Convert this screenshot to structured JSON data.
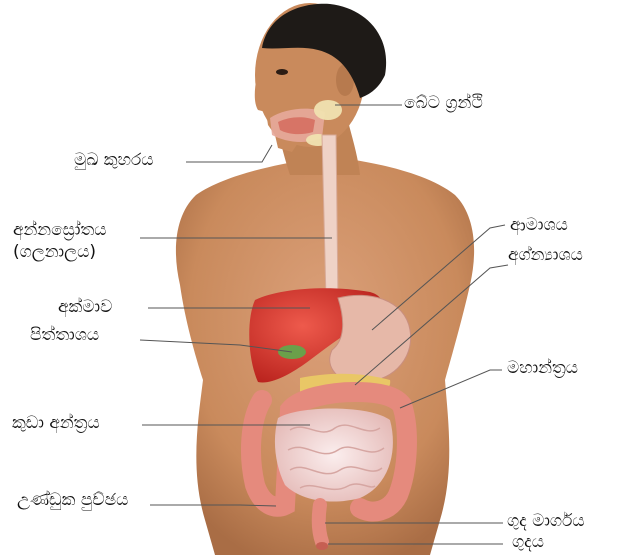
{
  "labels": {
    "salivary_gland": "බේට ග්‍රන්ථි",
    "mouth_cavity": "මුඛ කුහරය",
    "esophagus_line1": "අන්නස්‍රෝතය",
    "esophagus_line2": "(ගලනාලය)",
    "stomach": "ආමාශය",
    "pancreas": "අග්න්‍යාශය",
    "liver": "අක්මාව",
    "gallbladder": "පිත්තාශය",
    "large_intestine": "මහාන්ත්‍රය",
    "small_intestine": "කුඩා අන්ත්‍රය",
    "appendix": "උණ්ඩුක පුච්ඡය",
    "rectum": "ගුද මාර්ගය",
    "anus": "ගුදය"
  },
  "colors": {
    "skin": "#c98a5c",
    "hair": "#1e1a17",
    "liver": "#d8322a",
    "stomach": "#e6b8a8",
    "pancreas": "#e9c766",
    "intestine": "#f1d8d6",
    "colon": "#e58a7d",
    "leader_line": "#555555"
  }
}
